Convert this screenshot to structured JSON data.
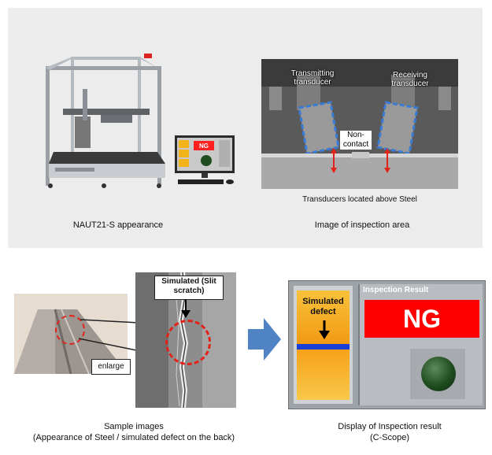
{
  "top": {
    "machine_caption": "NAUT21-S appearance",
    "inspection_caption": "Image of inspection area",
    "monitor_ng": "NG",
    "transmitting": "Transmitting transducer",
    "receiving": "Receiving transducer",
    "non_contact": "Non-contact",
    "above_steel": "Transducers located above Steel"
  },
  "bottom": {
    "enlarge": "enlarge",
    "simulated_slit": "Simulated (Slit scratch)",
    "sample_caption_1": "Sample images",
    "sample_caption_2": "(Appearance of Steel / simulated defect on the back)",
    "result_caption_1": "Display of Inspection result",
    "result_caption_2": "(C-Scope)",
    "simulated_defect": "Simulated defect",
    "inspection_result_title": "Inspection Result",
    "ng": "NG"
  },
  "colors": {
    "ng_red": "#ff0000",
    "cscope_orange": "#f7a21a",
    "defect_blue": "#1a3fd6",
    "arrow_blue": "#4f83c4",
    "marker_red": "#e2231a",
    "lamp_green": "#1f4d1f"
  }
}
